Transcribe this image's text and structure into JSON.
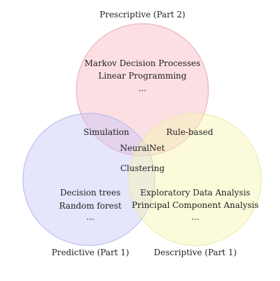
{
  "diagram": {
    "sets": [
      {
        "id": "prescriptive",
        "title": "Prescriptive (Part 2)",
        "fill": "#f7b8c2",
        "stroke": "#e9a6b1",
        "items": [
          "Markov Decision Processes",
          "Linear Programming",
          "..."
        ]
      },
      {
        "id": "predictive",
        "title": "Predictive (Part 1)",
        "fill": "#c5c6f7",
        "stroke": "#b4b5ec",
        "items": [
          "Decision trees",
          "Random forest",
          "..."
        ]
      },
      {
        "id": "descriptive",
        "title": "Descriptive (Part 1)",
        "fill": "#f6f6b2",
        "stroke": "#e8e8a4",
        "items": [
          "Exploratory Data Analysis",
          "Principal Component Analysis",
          "..."
        ]
      }
    ],
    "overlaps": {
      "prescriptive_predictive": "Simulation",
      "prescriptive_descriptive": "Rule-based",
      "all_three": "NeuralNet",
      "predictive_descriptive": "Clustering"
    }
  }
}
